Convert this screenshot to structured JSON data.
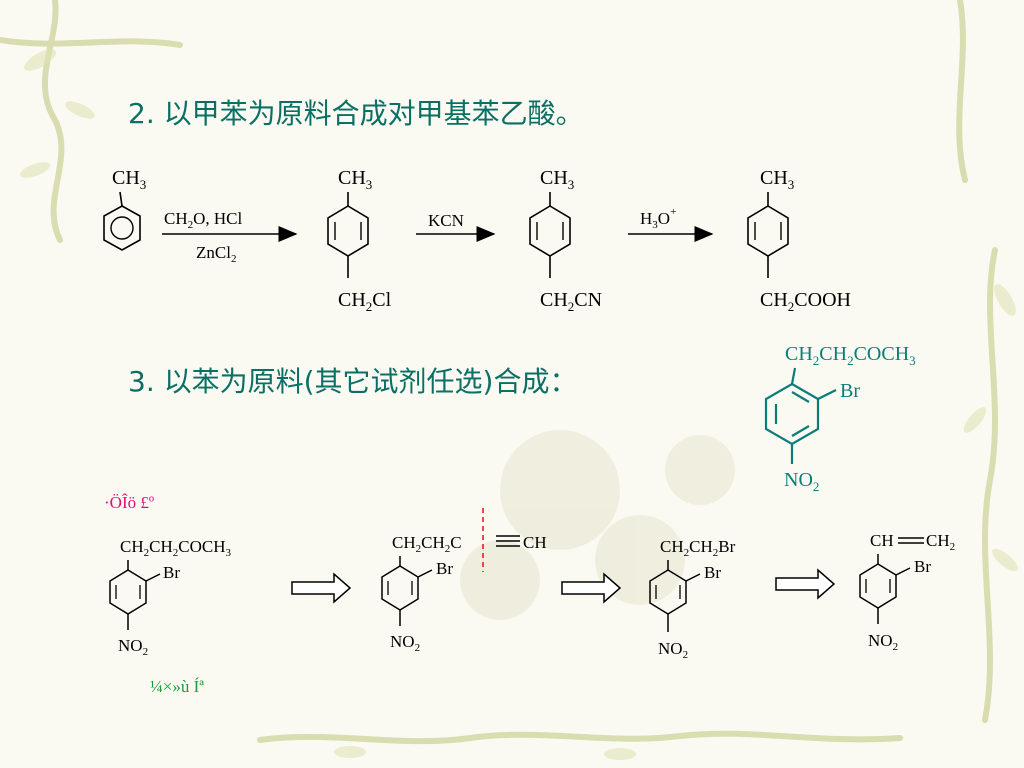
{
  "problem2": {
    "number": "2.",
    "text": "以甲苯为原料合成对甲基苯乙酸。"
  },
  "problem3": {
    "number": "3.",
    "text": "以苯为原料(其它试剂任选)合成："
  },
  "scheme1": {
    "step1_reagents": [
      "CH2O, HCl",
      "ZnCl2"
    ],
    "step2_reagent": "KCN",
    "step3_reagent": "H3O+",
    "compounds": [
      {
        "top": "CH3",
        "bottom": ""
      },
      {
        "top": "CH3",
        "bottom": "CH2Cl"
      },
      {
        "top": "CH3",
        "bottom": "CH2CN"
      },
      {
        "top": "CH3",
        "bottom": "CH2COOH"
      }
    ]
  },
  "target3": {
    "chain": "CH2CH2COCH3",
    "sub": "Br",
    "para": "NO2"
  },
  "retro": {
    "header_garbled": "·ÖÎö £º",
    "footer_garbled": "¼×»ù Íª",
    "compounds": [
      {
        "chain": "CH2CH2COCH3",
        "sub": "Br",
        "para": "NO2"
      },
      {
        "chain": "CH2CH2C≡CH",
        "sub": "Br",
        "para": "NO2"
      },
      {
        "chain": "CH2CH2Br",
        "sub": "Br",
        "para": "NO2"
      },
      {
        "chain": "CH=CH2",
        "sub": "Br",
        "para": "NO2"
      }
    ]
  },
  "colors": {
    "heading": "#0a6f64",
    "structure": "#000000",
    "target": "#0a7d78",
    "garbled_pink": "#e0107a",
    "garbled_green": "#1a9a3a",
    "cut_line": "#e02020"
  }
}
